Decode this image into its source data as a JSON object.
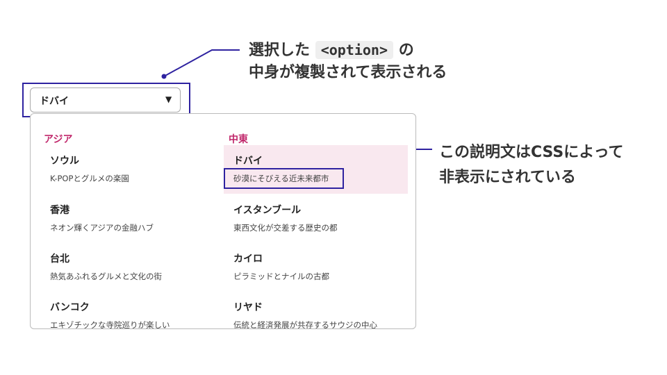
{
  "annotations": {
    "top": {
      "line1_before": "選択した",
      "code": "<option>",
      "line1_after": "の",
      "line2": "中身が複製されて表示される"
    },
    "right": {
      "line1": "この説明文はCSSによって",
      "line2": "非表示にされている"
    },
    "accent_color": "#2e22a0"
  },
  "select": {
    "value": "ドバイ",
    "arrow": "▼"
  },
  "dropdown": {
    "highlight_color": "#f9e8ef",
    "group_color": "#c0266a",
    "groups": [
      {
        "label": "アジア",
        "options": [
          {
            "title": "ソウル",
            "desc": "K-POPとグルメの楽園"
          },
          {
            "title": "香港",
            "desc": "ネオン輝くアジアの金融ハブ"
          },
          {
            "title": "台北",
            "desc": "熱気あふれるグルメと文化の街"
          },
          {
            "title": "バンコク",
            "desc": "エキゾチックな寺院巡りが楽しい"
          }
        ]
      },
      {
        "label": "中東",
        "options": [
          {
            "title": "ドバイ",
            "desc": "砂漠にそびえる近未来都市",
            "selected": true
          },
          {
            "title": "イスタンブール",
            "desc": "東西文化が交差する歴史の都"
          },
          {
            "title": "カイロ",
            "desc": "ピラミッドとナイルの古都"
          },
          {
            "title": "リヤド",
            "desc": "伝統と経済発展が共存するサウジの中心"
          }
        ]
      }
    ]
  }
}
